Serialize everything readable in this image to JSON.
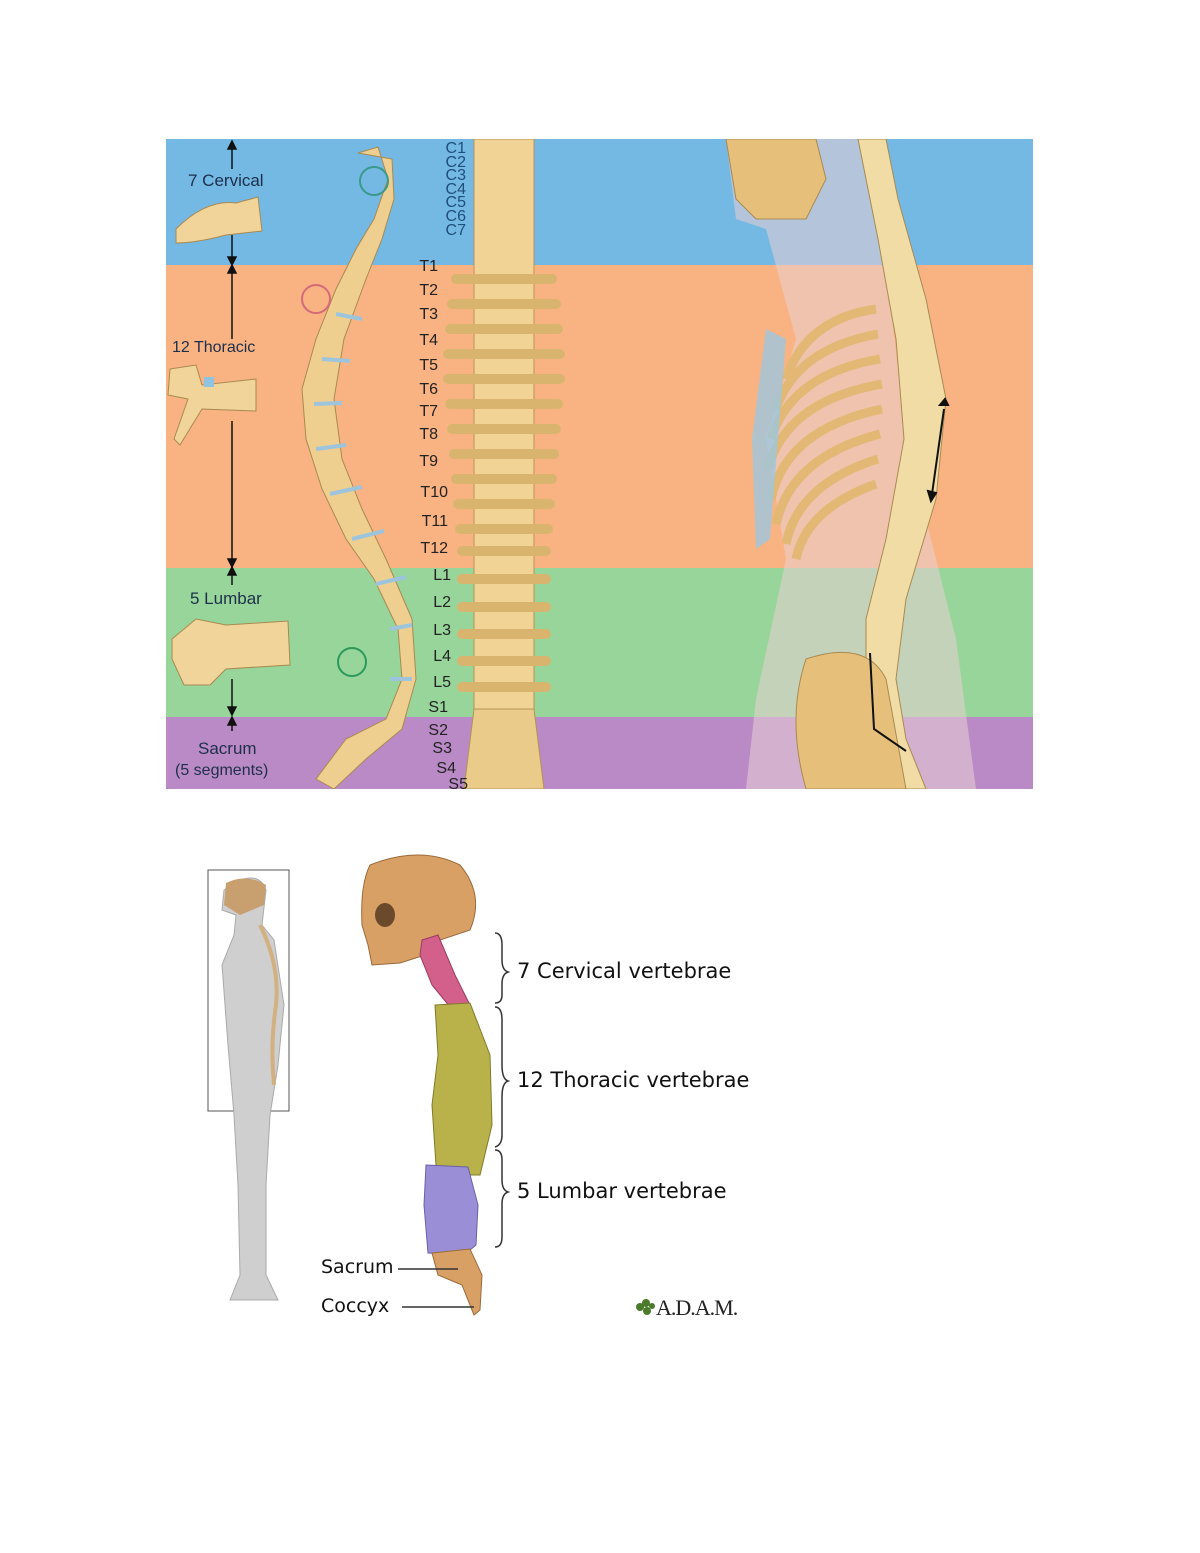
{
  "figure_top": {
    "region_colors": {
      "cervical": "#74b8e4",
      "thoracic": "#f9b383",
      "lumbar": "#98d59b",
      "sacrum": "#b98ac5"
    },
    "region_labels": {
      "cervical": "7 Cervical",
      "thoracic": "12 Thoracic",
      "lumbar": "5 Lumbar",
      "sacrum": "Sacrum",
      "sacrum_note": "(5 segments)"
    },
    "vertebra_labels": [
      "C1",
      "C2",
      "C3",
      "C4",
      "C5",
      "C6",
      "C7",
      "T1",
      "T2",
      "T3",
      "T4",
      "T5",
      "T6",
      "T7",
      "T8",
      "T9",
      "T10",
      "T11",
      "T12",
      "L1",
      "L2",
      "L3",
      "L4",
      "L5",
      "S1",
      "S2",
      "S3",
      "S4",
      "S5"
    ]
  },
  "figure_bottom": {
    "brackets": [
      "7 Cervical vertebrae",
      "12 Thoracic vertebrae",
      "5 Lumbar vertebrae"
    ],
    "labels": [
      "Sacrum",
      "Coccyx"
    ],
    "logo": "A.D.A.M.",
    "segment_colors": {
      "cervical": "#d2608a",
      "thoracic": "#b9b24a",
      "lumbar": "#9a8fd6",
      "bone": "#d9a066"
    }
  }
}
